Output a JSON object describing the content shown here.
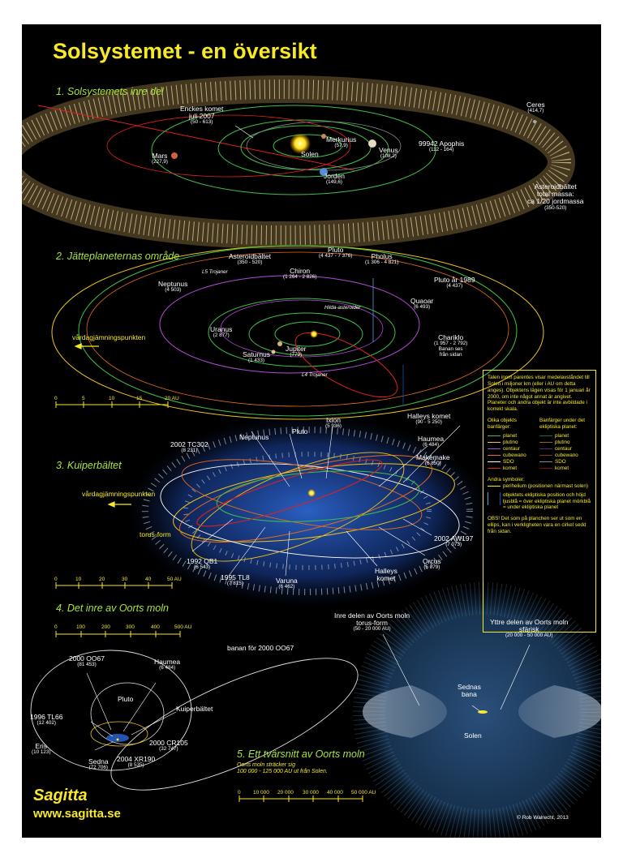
{
  "title": "Solsystemet - en översikt",
  "sections": {
    "s1": "1. Solsystemets inre del",
    "s2": "2. Jätteplaneternas område",
    "s3": "3. Kuiperbältet",
    "s4": "4. Det inre av Oorts moln",
    "s5": "5. Ett tvärsnitt av Oorts moln",
    "s5_sub1": "Oorts moln sträcker sig",
    "s5_sub2": "100 000 - 125 000 AU ut från Solen."
  },
  "inner": {
    "encke": {
      "name1": "Enckes komet",
      "name2": "juli 2007",
      "value": "(50 - 613)"
    },
    "mars": {
      "name": "Mars",
      "value": "(227,9)"
    },
    "solen": "Solen",
    "merkurius": {
      "name": "Merkurius",
      "value": "(57,9)"
    },
    "venus": {
      "name": "Venus",
      "value": "(108,2)"
    },
    "apophis": {
      "name": "99942 Apophis",
      "value": "(112 - 164)"
    },
    "jorden": {
      "name": "Jorden",
      "value": "(149,6)"
    },
    "ceres": {
      "name": "Ceres",
      "value": "(414,7)"
    },
    "asteroid": {
      "l1": "Asteroidbältet",
      "l2": "total massa:",
      "l3": "ca 1/20 jordmassa",
      "value": "(350-520)"
    }
  },
  "giant": {
    "pluto": {
      "name": "Pluto",
      "value": "(4 437 - 7 376)"
    },
    "pholus": {
      "name": "Pholus",
      "value": "(1 306 - 4 821)"
    },
    "asteroid": {
      "name": "Asteroidbältet",
      "value": "(350 - 520)"
    },
    "chiron": {
      "name": "Chiron",
      "value": "(1 264 - 2 826)"
    },
    "pluto1989": {
      "name": "Pluto år 1989",
      "value": "(4 437)"
    },
    "l5": "L5 Trojaner",
    "neptunus": {
      "name": "Neptunus",
      "value": "(4 503)"
    },
    "quaoar": {
      "name": "Quaoar",
      "value": "(6 493)"
    },
    "hilda": "Hilda-asteroider",
    "uranus": {
      "name": "Uranus",
      "value": "(2 877)"
    },
    "equinox": "vårdagjämningspunkten",
    "chariklo": {
      "name": "Chariklo",
      "value": "(1 957 - 2 792)",
      "note1": "Banan ses",
      "note2": "från sidan"
    },
    "jupiter": {
      "name": "Jupiter",
      "value": "(779)"
    },
    "saturnus": {
      "name": "Saturnus",
      "value": "(1 433)"
    },
    "l4": "L4 Trojaner",
    "halley": {
      "name": "Halleys komet",
      "value": "(90 - 5 250)"
    },
    "scale": [
      "0",
      "5",
      "10",
      "15",
      "20 AU"
    ]
  },
  "kuiper": {
    "tc302": {
      "name": "2002 TC302",
      "value": "(8 231)"
    },
    "neptunus": "Neptunus",
    "pluto": "Pluto",
    "ixion": {
      "name": "Ixion",
      "value": "(5 936)"
    },
    "haumea": {
      "name": "Haumea",
      "value": "(6 484)"
    },
    "makemake": {
      "name": "Makemake",
      "value": "(6 850)"
    },
    "equinox": "vårdagjämningspunkten",
    "torus": "torus-form",
    "qb1": {
      "name": "1992 QB1",
      "value": "(6 543)"
    },
    "tl8": {
      "name": "1995 TL8",
      "value": "(7 815)"
    },
    "varuna": {
      "name": "Varuna",
      "value": "(6 462)"
    },
    "halley": {
      "l1": "Halleys",
      "l2": "komet"
    },
    "aw197": {
      "name": "2002 AW197",
      "value": "(7 073)"
    },
    "orcus": {
      "name": "Orcus",
      "value": "(5 879)"
    },
    "scale": [
      "0",
      "10",
      "20",
      "30",
      "40",
      "50 AU"
    ]
  },
  "oort": {
    "scale": [
      "0",
      "100",
      "200",
      "300",
      "400",
      "500 AU"
    ],
    "oo67": {
      "name": "2000 OO67",
      "value": "(81 453)"
    },
    "haumea": {
      "name": "Haumea",
      "value": "(6 484)"
    },
    "banan": "banan för 2000 OO67",
    "pluto": "Pluto",
    "kuiper": "Kuiperbältet",
    "tl66": {
      "name": "1996 TL66",
      "value": "(12 402)"
    },
    "eris": {
      "name": "Eris",
      "value": "(10 123)"
    },
    "cr105": {
      "name": "2000 CR105",
      "value": "(32 747)"
    },
    "sedna": {
      "name": "Sedna",
      "value": "(72 706)"
    },
    "xr190": {
      "name": "2004 XR190",
      "value": "(8 535)"
    }
  },
  "cloud": {
    "inner": {
      "l1": "Inre delen av Oorts moln",
      "l2": "torus-form",
      "value": "(50 - 20 000 AU)"
    },
    "outer": {
      "l1": "Yttre delen av Oorts moln",
      "l2": "sfärisk",
      "value": "(20 000 - 50 000 AU)"
    },
    "sedna": {
      "l1": "Sednas",
      "l2": "bana"
    },
    "solen": "Solen",
    "scale": [
      "0",
      "10 000",
      "20 000",
      "30 000",
      "40 000",
      "50 000 AU"
    ]
  },
  "legend": {
    "intro": "Talen inom parentes visar medelavståndet till Solen i miljoner km (eller i AU om detta anges). Objektens lägen visas för 1 januari år 2000, om inte något annat är angivet. Planeter och andra objekt är inte avbildade i korrekt skala.",
    "col1_title": "Olika objekts banfärger:",
    "col2_title": "Banfärger under det ekliptiska planet:",
    "items": [
      {
        "label": "planet",
        "color": "#3fbf4a",
        "color2": "#1e6b2a"
      },
      {
        "label": "plutino",
        "color": "#f0c418",
        "color2": "#8a6a10"
      },
      {
        "label": "centaur",
        "color": "#b44ad8",
        "color2": "#5e2a72"
      },
      {
        "label": "cubewano",
        "color": "#e36a1f",
        "color2": "#7a3a12"
      },
      {
        "label": "SDO",
        "color": "#ffffff",
        "color2": "#8a8a8a"
      },
      {
        "label": "komet",
        "color": "#e02020",
        "color2": "#7a1010"
      }
    ],
    "symbols_title": "Andra symboler:",
    "perihelium": "perihelium (positionen närmast solen)",
    "ecliptic": "objektets ekliptiska position och höjd ljusblå = över ekliptiska planet mörkblå = under ekliptiska planet",
    "obs": "OBS! Det som på planchen ser ut som en ellips, kan i verkligheten vara en cirkel sedd från sidan."
  },
  "footer": {
    "brand": "Sagitta",
    "site": "www.sagitta.se",
    "credit": "© Rob Walrecht, 2013"
  },
  "colors": {
    "yellow": "#f7e829",
    "green": "#a9e53c",
    "planet": "#3fbf4a",
    "asteroid": "#c9b37a"
  }
}
